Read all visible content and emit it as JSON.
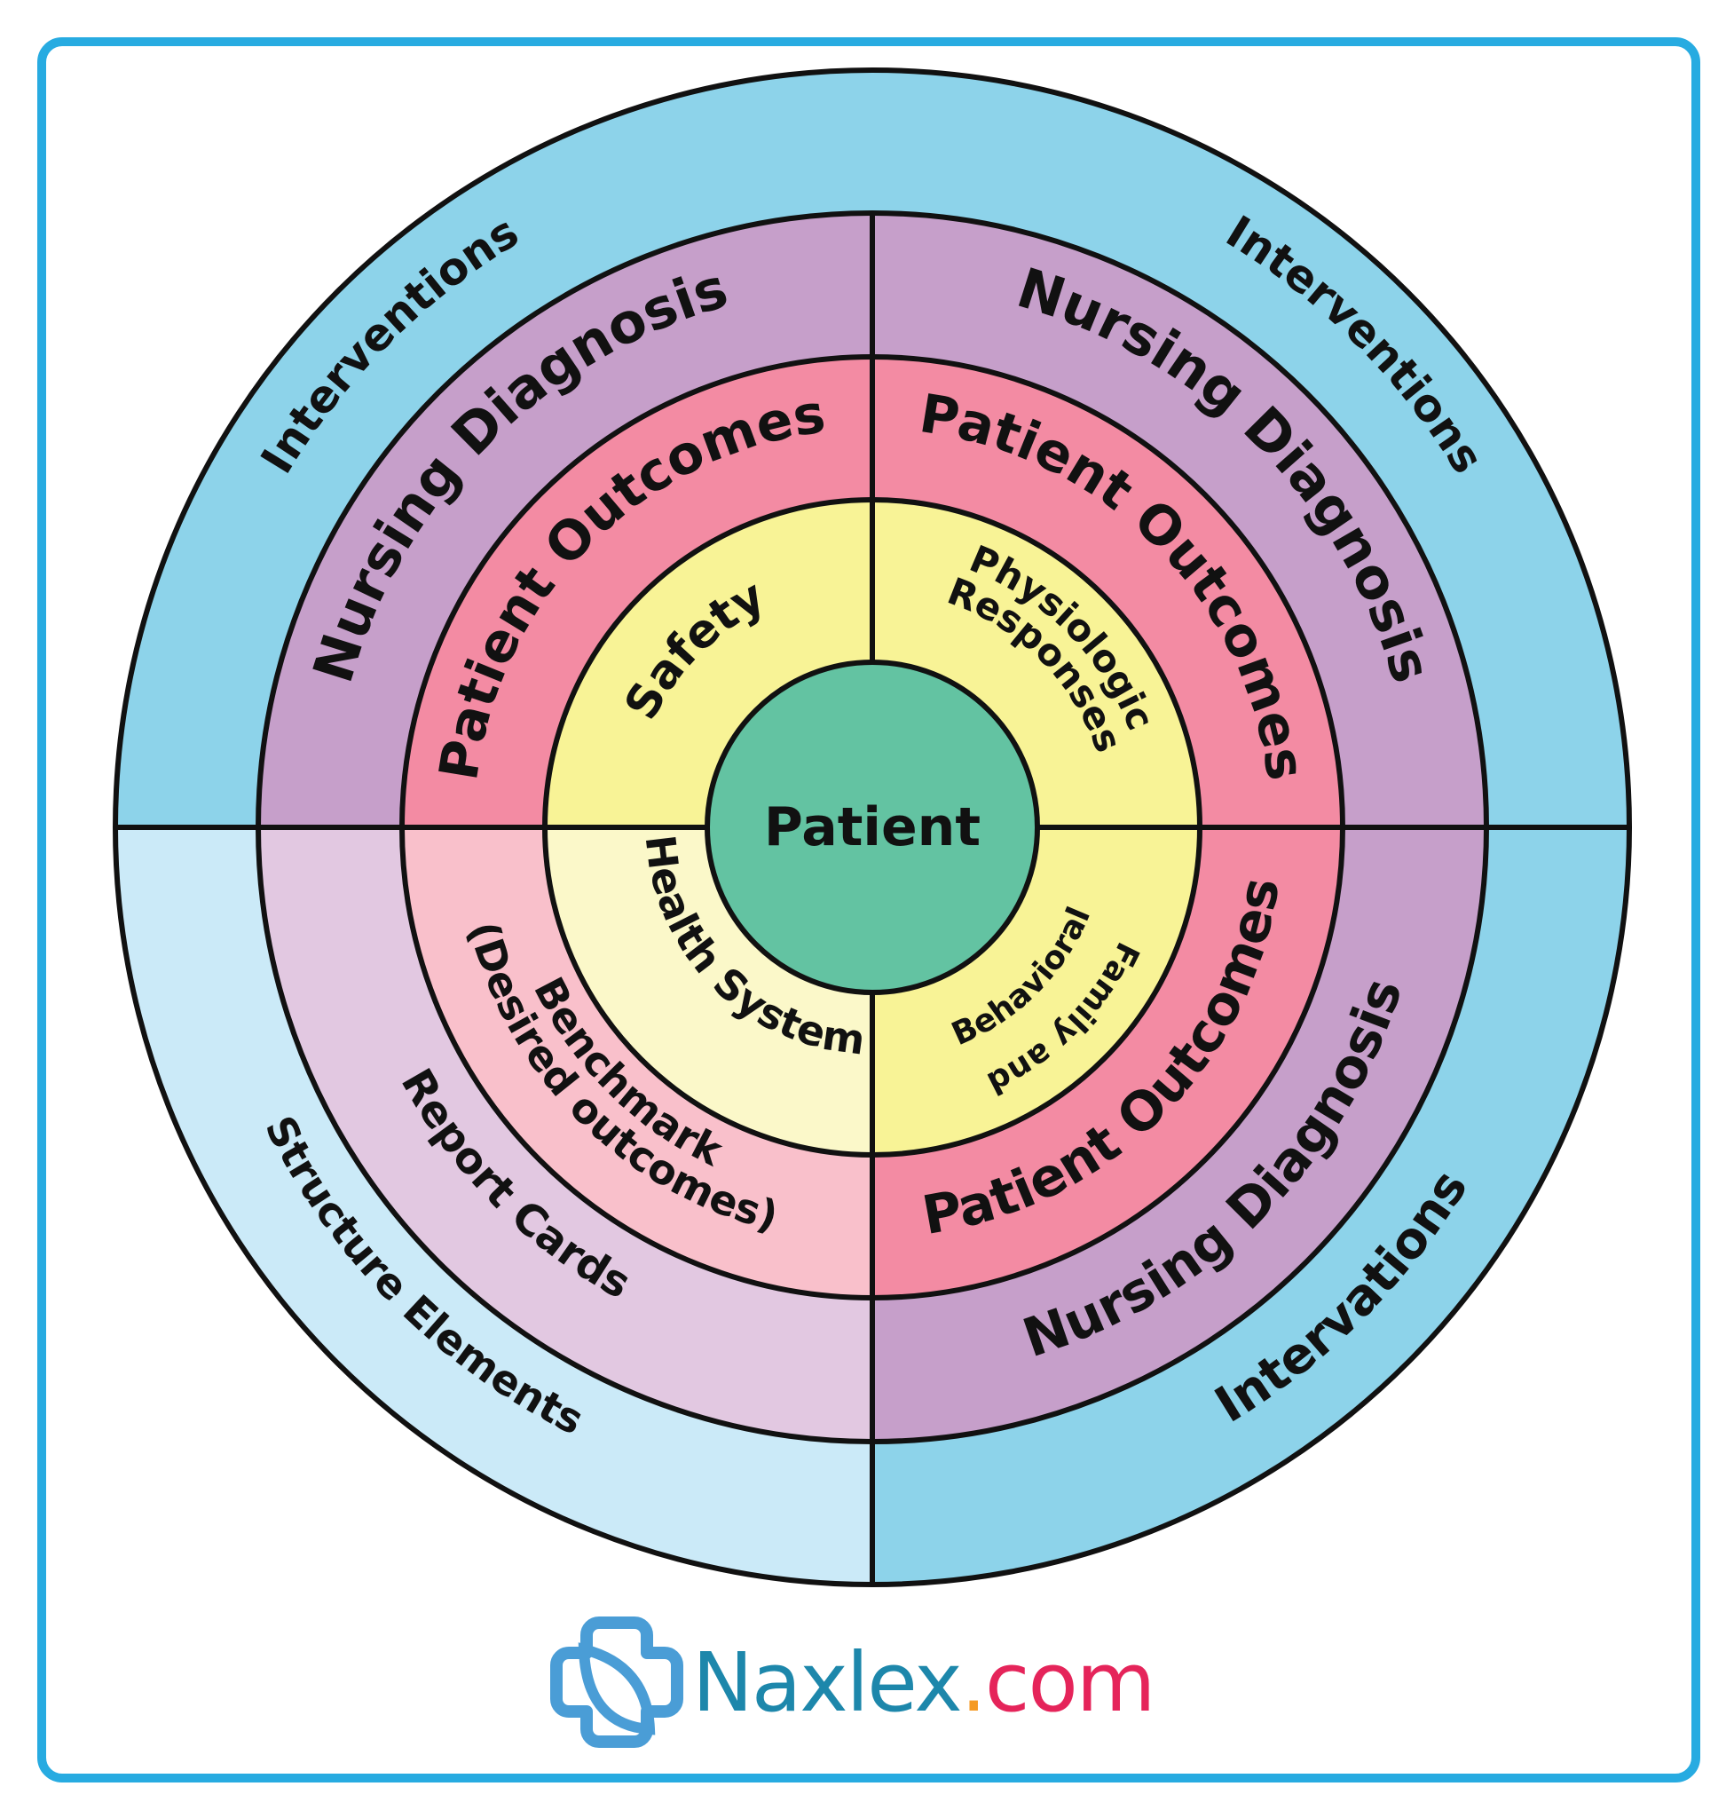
{
  "diagram": {
    "title": "Nursing outcomes model",
    "center": {
      "label": "Patient",
      "color": "#63c3a2"
    },
    "rings": [
      {
        "name": "inner",
        "quadrants": {
          "top_left": {
            "label": "Safety",
            "color": "#f8f396"
          },
          "top_right": {
            "lines": [
              "Physiologic",
              "Responses"
            ],
            "color": "#f8f396"
          },
          "bottom_right": {
            "lines": [
              "Family and",
              "Behavioral"
            ],
            "color": "#f8f396"
          },
          "bottom_left": {
            "label": "Health System",
            "color": "#fbf8c9"
          }
        }
      },
      {
        "name": "second",
        "quadrants": {
          "top_left": {
            "label": "Patient Outcomes",
            "color": "#f38ba3"
          },
          "top_right": {
            "label": "Patient Outcomes",
            "color": "#f38ba3"
          },
          "bottom_right": {
            "label": "Patient Outcomes",
            "color": "#f38ba3"
          },
          "bottom_left": {
            "lines": [
              "Benchmark",
              "(Desired outcomes)"
            ],
            "color": "#f9c0cb"
          }
        }
      },
      {
        "name": "third",
        "quadrants": {
          "top_left": {
            "label": "Nursing Diagnosis",
            "color": "#c69fca"
          },
          "top_right": {
            "label": "Nursing Diagnosis",
            "color": "#c69fca"
          },
          "bottom_right": {
            "label": "Nursing Diagnosis",
            "color": "#c69fca"
          },
          "bottom_left": {
            "label": "Report Cards",
            "color": "#e2c8e1"
          }
        }
      },
      {
        "name": "outer",
        "quadrants": {
          "top_left": {
            "label": "Interventions",
            "color": "#8dd3ea"
          },
          "top_right": {
            "label": "Interventions",
            "color": "#8dd3ea"
          },
          "bottom_right": {
            "label": "Intervations",
            "color": "#8dd3ea"
          },
          "bottom_left": {
            "label": "Structure Elements",
            "color": "#cbeaf8"
          }
        }
      }
    ]
  },
  "logo": {
    "name": "Naxlex",
    "dot": ".",
    "tld": "com",
    "icon": "medical-cross-leaf-icon",
    "icon_color": "#4a9dd6"
  },
  "frame": {
    "border_color": "#27abe1"
  }
}
